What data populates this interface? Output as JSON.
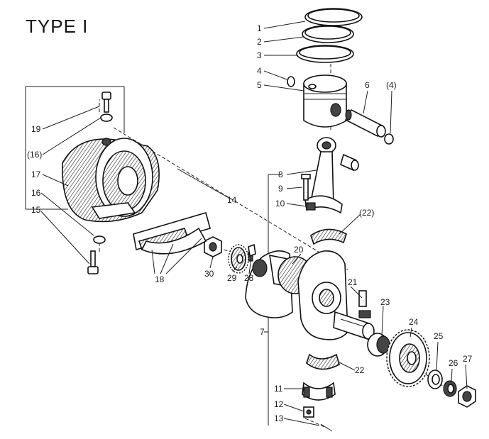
{
  "title": "TYPE I",
  "labels": {
    "l1": "1",
    "l2": "2",
    "l3": "3",
    "l4": "4",
    "l5": "5",
    "l6": "6",
    "l4b": "(4)",
    "l7": "7",
    "l8": "8",
    "l9": "9",
    "l10": "10",
    "l11": "11",
    "l12": "12",
    "l13": "13",
    "l14": "14",
    "l15": "15",
    "l16": "16",
    "l16b": "(16)",
    "l17": "17",
    "l18": "18",
    "l19": "19",
    "l20": "20",
    "l21": "21",
    "l22": "22",
    "l22b": "(22)",
    "l23": "23",
    "l24": "24",
    "l25": "25",
    "l26": "26",
    "l27": "27",
    "l28": "28",
    "l29": "29",
    "l30": "30"
  }
}
